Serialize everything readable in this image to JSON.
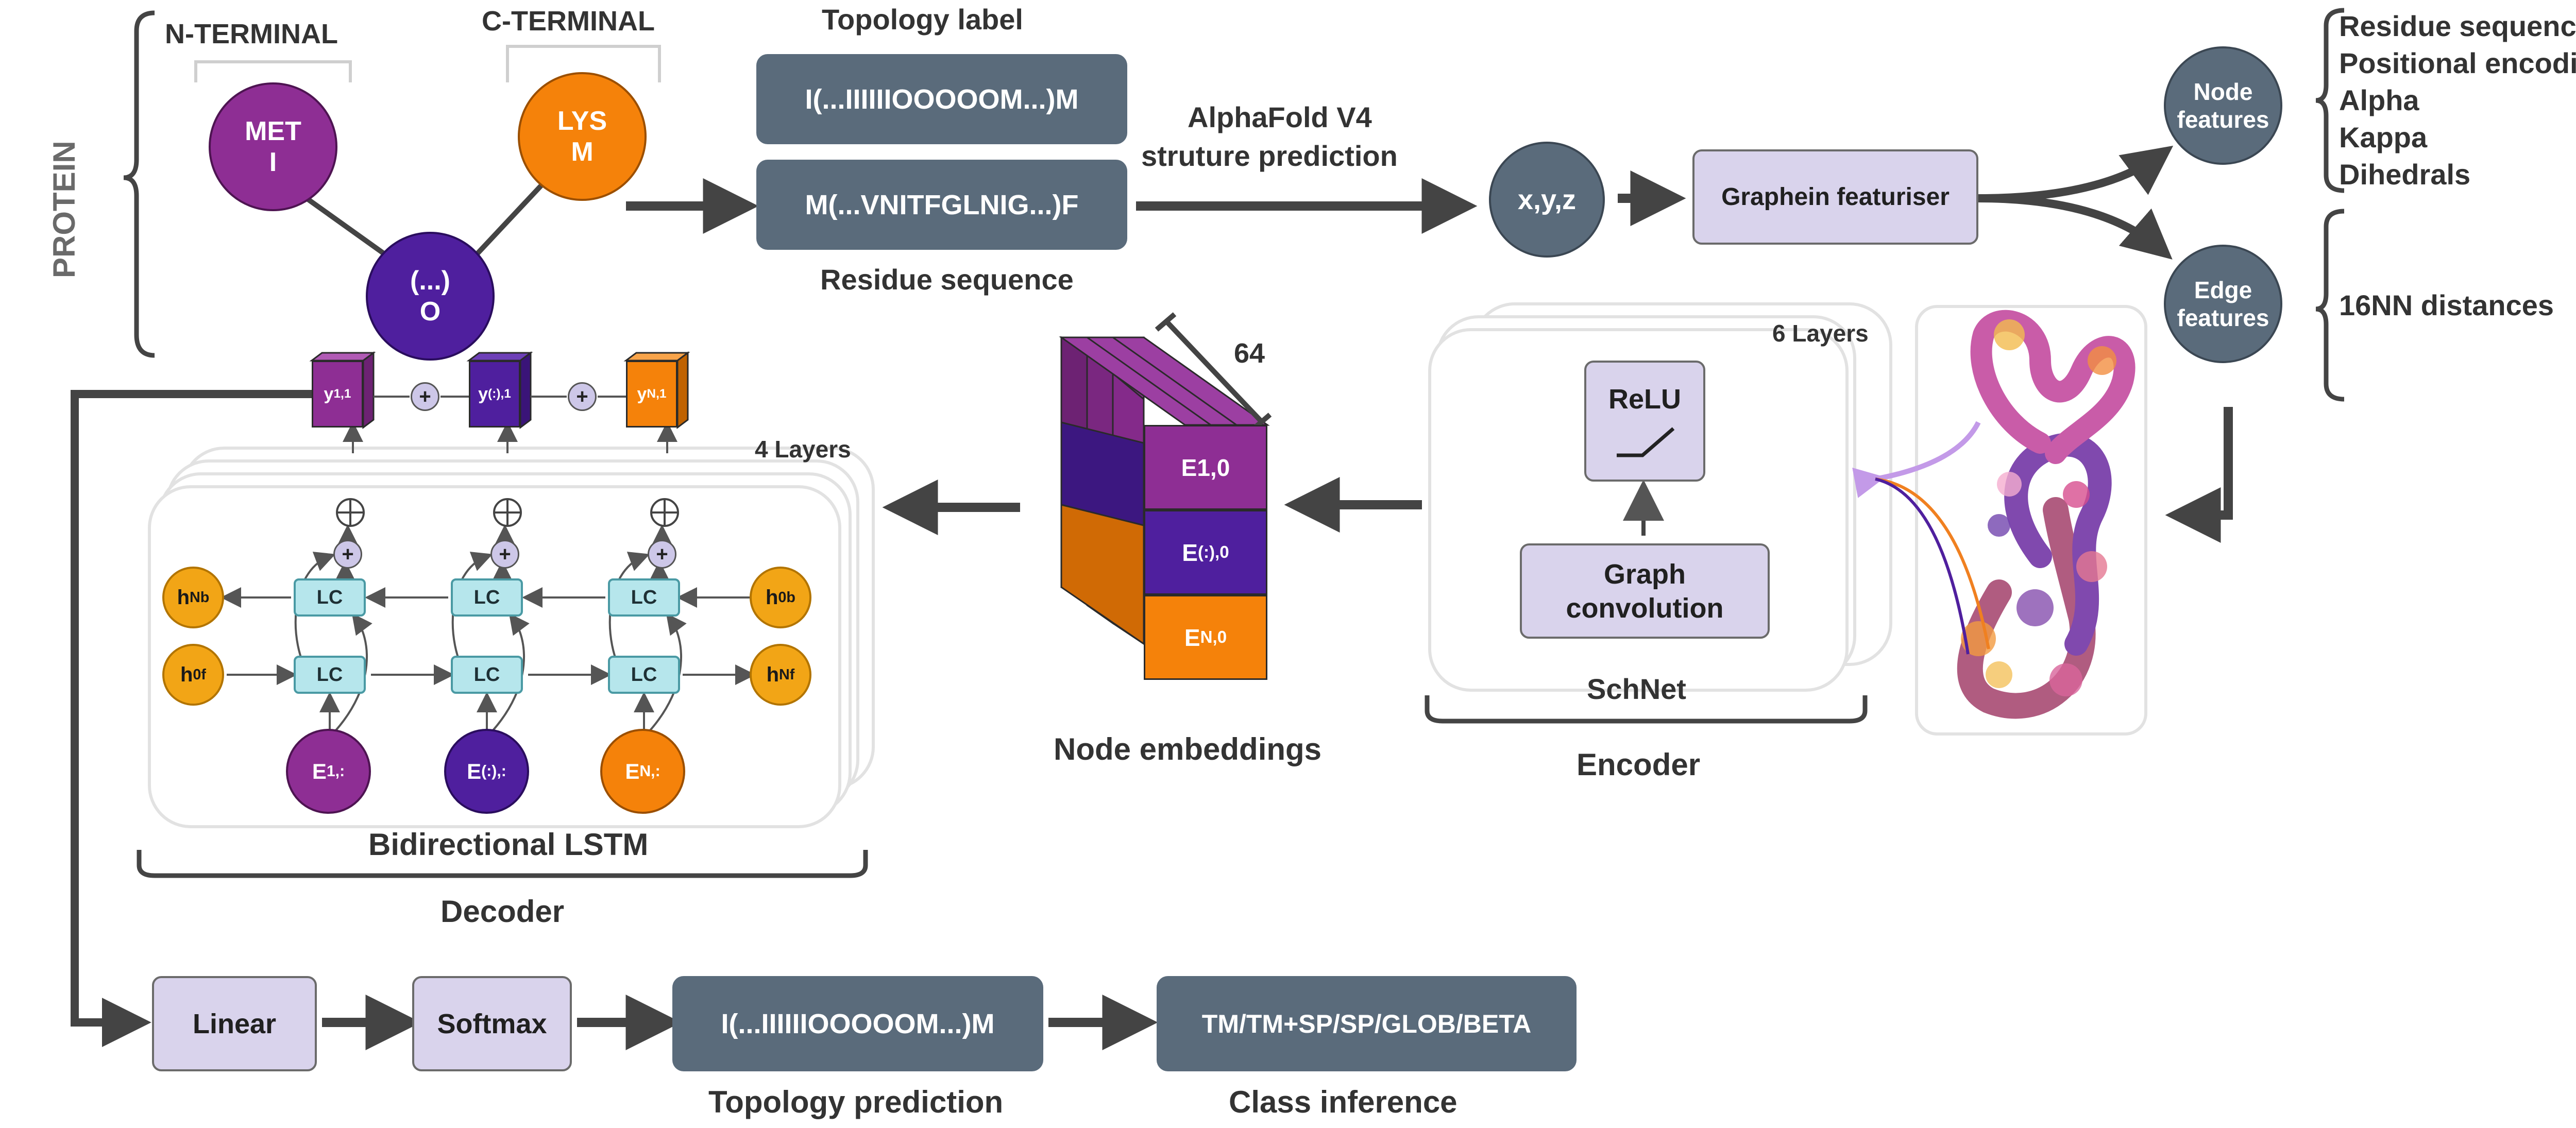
{
  "protein": {
    "title": "PROTEIN",
    "n_terminal": "N-TERMINAL",
    "c_terminal": "C-TERMINAL",
    "met": {
      "line1": "MET",
      "line2": "I"
    },
    "lys": {
      "line1": "LYS",
      "line2": "M"
    },
    "mid": {
      "line1": "(...)",
      "line2": "O"
    }
  },
  "sequences": {
    "topology_caption": "Topology label",
    "topology_label": "I(...IIIIIIOOOOOM...)M",
    "residue_sequence": "M(...VNITFGLNIG...)F",
    "residue_caption": "Residue sequence"
  },
  "alphafold": {
    "line1": "AlphaFold V4",
    "line2": "struture prediction"
  },
  "xyz": "x,y,z",
  "graphein": "Graphein featuriser",
  "node_features": {
    "label_line1": "Node",
    "label_line2": "features",
    "items": [
      "Residue sequence",
      "Positional encoding",
      "Alpha",
      "Kappa",
      "Dihedrals"
    ]
  },
  "edge_features": {
    "label_line1": "Edge",
    "label_line2": "features",
    "items": [
      "16NN distances"
    ]
  },
  "encoder": {
    "layers": "6 Layers",
    "relu": "ReLU",
    "graph_conv_line1": "Graph",
    "graph_conv_line2": "convolution",
    "schnet": "SchNet",
    "caption": "Encoder"
  },
  "embeddings": {
    "dim": "64",
    "e1": "E1,0",
    "e_mid_main": "E",
    "e_mid_sub": "(:),0",
    "en_main": "E",
    "en_sub": "N,0",
    "caption": "Node embeddings"
  },
  "decoder": {
    "layers": "4 Layers",
    "lc": "LC",
    "h_nb_main": "h",
    "h_nb_sub": "Nb",
    "h_0f_main": "h",
    "h_0f_sub": "0f",
    "h_0b_main": "h",
    "h_0b_sub": "0b",
    "h_nf_main": "h",
    "h_nf_sub": "Nf",
    "in1_main": "E",
    "in1_sub": "1,:",
    "in2_main": "E",
    "in2_sub": "(:),:",
    "in3_main": "E",
    "in3_sub": "N,:",
    "y1_main": "y",
    "y1_sub": "1,1",
    "y2_main": "y",
    "y2_sub": "(:),1",
    "y3_main": "y",
    "y3_sub": "N,1",
    "plus": "+",
    "lstm_caption": "Bidirectional LSTM",
    "caption": "Decoder"
  },
  "output": {
    "linear": "Linear",
    "softmax": "Softmax",
    "topology_prediction": "I(...IIIIIIOOOOOM...)M",
    "topology_caption": "Topology prediction",
    "class": "TM/TM+SP/SP/GLOB/BETA",
    "class_caption": "Class inference"
  },
  "colors": {
    "purple": "#8e2e94",
    "indigo": "#4f1f9e",
    "orange": "#f5820a",
    "slate": "#5a6b7b",
    "lavender": "#d9d3ec",
    "arrow": "#444444"
  }
}
